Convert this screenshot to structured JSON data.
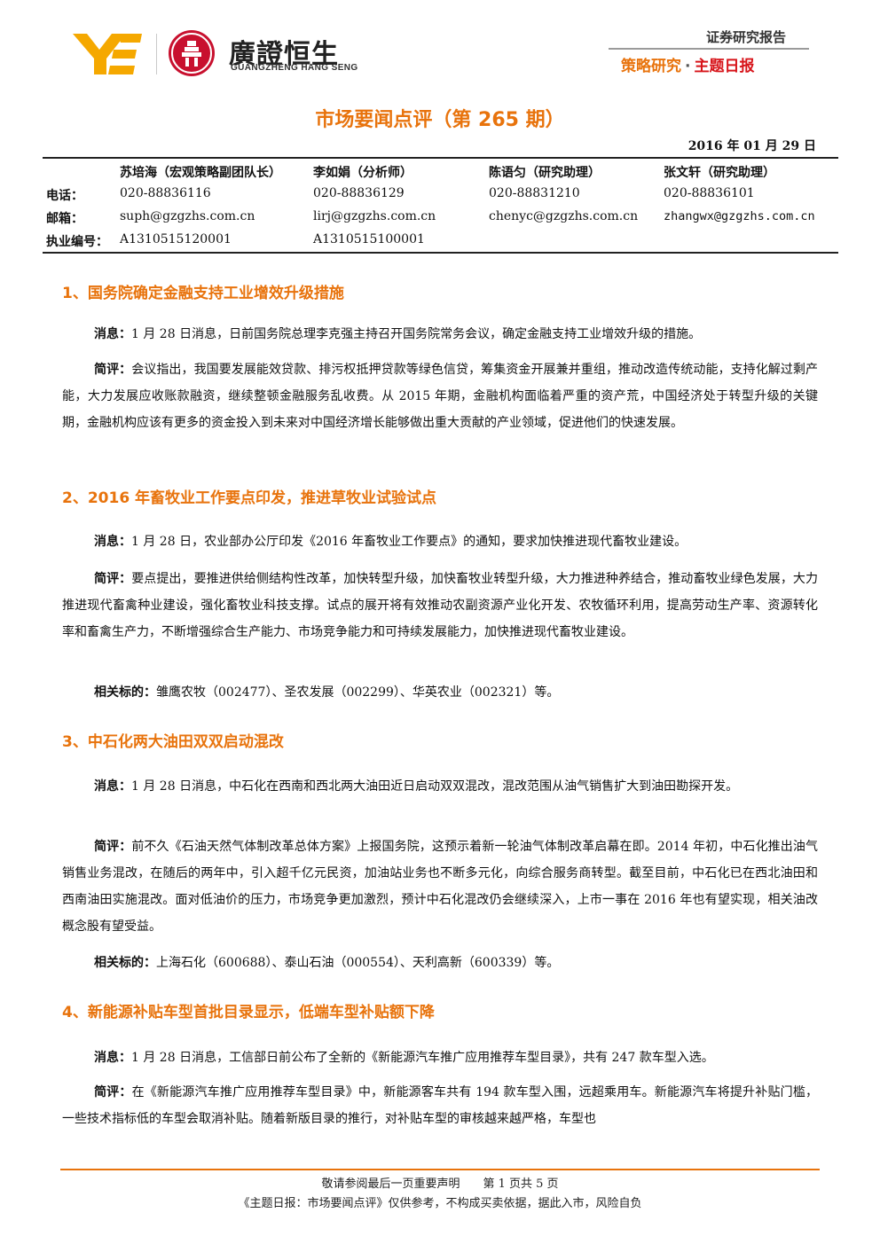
{
  "header": {
    "brand_cn": "廣證恒生",
    "brand_en": "GUANGZHENG HANG SENG",
    "report_type": "证券研究报告",
    "report_sub_a": "策略研究",
    "report_sub_sep": "·",
    "report_sub_b": "主题日报",
    "colors": {
      "accent": "#e8730c",
      "red": "#d7141a",
      "seal": "#c8102e",
      "logo_yellow": "#f5a800"
    }
  },
  "title": "市场要闻点评（第 265 期）",
  "date": "2016 年 01 月 29 日",
  "analysts": {
    "row_labels": [
      "电话：",
      "邮箱：",
      "执业编号："
    ],
    "people": [
      {
        "name": "苏培海（宏观策略副团队长）",
        "phone": "020-88836116",
        "email": "suph@gzgzhs.com.cn",
        "license": "A1310515120001"
      },
      {
        "name": "李如娟（分析师）",
        "phone": "020-88836129",
        "email": "lirj@gzgzhs.com.cn",
        "license": "A1310515100001"
      },
      {
        "name": "陈语匀（研究助理）",
        "phone": "020-88831210",
        "email": "chenyc@gzgzhs.com.cn",
        "license": ""
      },
      {
        "name": "张文轩（研究助理）",
        "phone": "020-88836101",
        "email": "zhangwx@gzgzhs.com.cn",
        "license": ""
      }
    ]
  },
  "sections": [
    {
      "heading": "1、国务院确定金融支持工业增效升级措施",
      "news_label": "消息：",
      "news": "1 月 28 日消息，日前国务院总理李克强主持召开国务院常务会议，确定金融支持工业增效升级的措施。",
      "comment_label": "简评：",
      "comment": "会议指出，我国要发展能效贷款、排污权抵押贷款等绿色信贷，筹集资金开展兼并重组，推动改造传统动能，支持化解过剩产能，大力发展应收账款融资，继续整顿金融服务乱收费。从 2015 年期，金融机构面临着严重的资产荒，中国经济处于转型升级的关键期，金融机构应该有更多的资金投入到未来对中国经济增长能够做出重大贡献的产业领域，促进他们的快速发展。"
    },
    {
      "heading": "2、2016 年畜牧业工作要点印发，推进草牧业试验试点",
      "news_label": "消息：",
      "news": "1 月 28 日，农业部办公厅印发《2016 年畜牧业工作要点》的通知，要求加快推进现代畜牧业建设。",
      "comment_label": "简评：",
      "comment": "要点提出，要推进供给侧结构性改革，加快转型升级，加快畜牧业转型升级，大力推进种养结合，推动畜牧业绿色发展，大力推进现代畜禽种业建设，强化畜牧业科技支撑。试点的展开将有效推动农副资源产业化开发、农牧循环利用，提高劳动生产率、资源转化率和畜禽生产力，不断增强综合生产能力、市场竞争能力和可持续发展能力，加快推进现代畜牧业建设。",
      "related_label": "相关标的：",
      "related": "雏鹰农牧（002477）、圣农发展（002299）、华英农业（002321）等。"
    },
    {
      "heading": "3、中石化两大油田双双启动混改",
      "news_label": "消息：",
      "news": "1 月 28 日消息，中石化在西南和西北两大油田近日启动双双混改，混改范围从油气销售扩大到油田勘探开发。",
      "comment_label": "简评：",
      "comment": "前不久《石油天然气体制改革总体方案》上报国务院，这预示着新一轮油气体制改革启幕在即。2014 年初，中石化推出油气销售业务混改，在随后的两年中，引入超千亿元民资，加油站业务也不断多元化，向综合服务商转型。截至目前，中石化已在西北油田和西南油田实施混改。面对低油价的压力，市场竞争更加激烈，预计中石化混改仍会继续深入，上市一事在 2016 年也有望实现，相关油改概念股有望受益。",
      "related_label": "相关标的：",
      "related": "上海石化（600688）、泰山石油（000554）、天利高新（600339）等。"
    },
    {
      "heading": "4、新能源补贴车型首批目录显示，低端车型补贴额下降",
      "news_label": "消息：",
      "news": "1 月 28 日消息，工信部日前公布了全新的《新能源汽车推广应用推荐车型目录》，共有 247 款车型入选。",
      "comment_label": "简评：",
      "comment": "在《新能源汽车推广应用推荐车型目录》中，新能源客车共有 194 款车型入围，远超乘用车。新能源汽车将提升补贴门槛，一些技术指标低的车型会取消补贴。随着新版目录的推行，对补贴车型的审核越来越严格，车型也"
    }
  ],
  "footer": {
    "line1": "敬请参阅最后一页重要声明　　第 1 页共 5 页",
    "line2": "《主题日报：市场要闻点评》仅供参考，不构成买卖依据，据此入市，风险自负"
  }
}
